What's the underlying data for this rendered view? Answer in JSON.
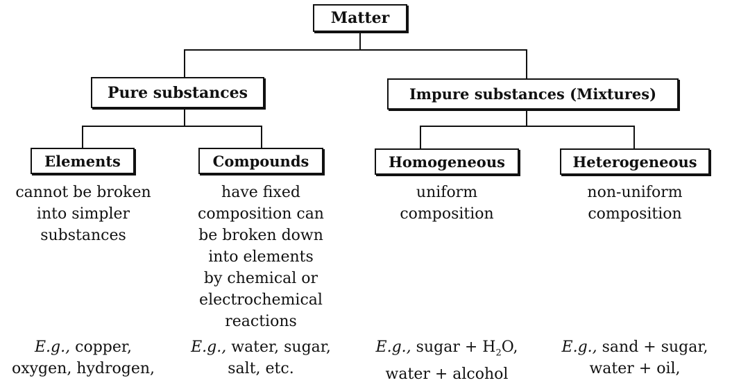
{
  "root": {
    "label": "Matter"
  },
  "level1": [
    {
      "label": "Pure substances"
    },
    {
      "label": "Impure substances (Mixtures)"
    }
  ],
  "level2": [
    {
      "label": "Elements",
      "description": [
        "cannot be broken",
        "into simpler",
        "substances"
      ],
      "example_prefix": "E.g.,",
      "example_lines": [
        "copper,",
        "oxygen, hydrogen,"
      ]
    },
    {
      "label": "Compounds",
      "description": [
        "have fixed",
        "composition can",
        "be broken down",
        "into elements",
        "by chemical or",
        "electrochemical",
        "reactions"
      ],
      "example_prefix": "E.g.,",
      "example_lines": [
        "water, sugar,",
        "salt, etc."
      ]
    },
    {
      "label": "Homogeneous",
      "description": [
        "uniform",
        "composition"
      ],
      "example_prefix": "E.g.,",
      "example_lines": [
        "sugar + H",
        "2",
        "O,",
        "water + alcohol"
      ]
    },
    {
      "label": "Heterogeneous",
      "description": [
        "non-uniform",
        "composition"
      ],
      "example_prefix": "E.g.,",
      "example_lines": [
        "sand + sugar,",
        "water + oil,"
      ]
    }
  ]
}
